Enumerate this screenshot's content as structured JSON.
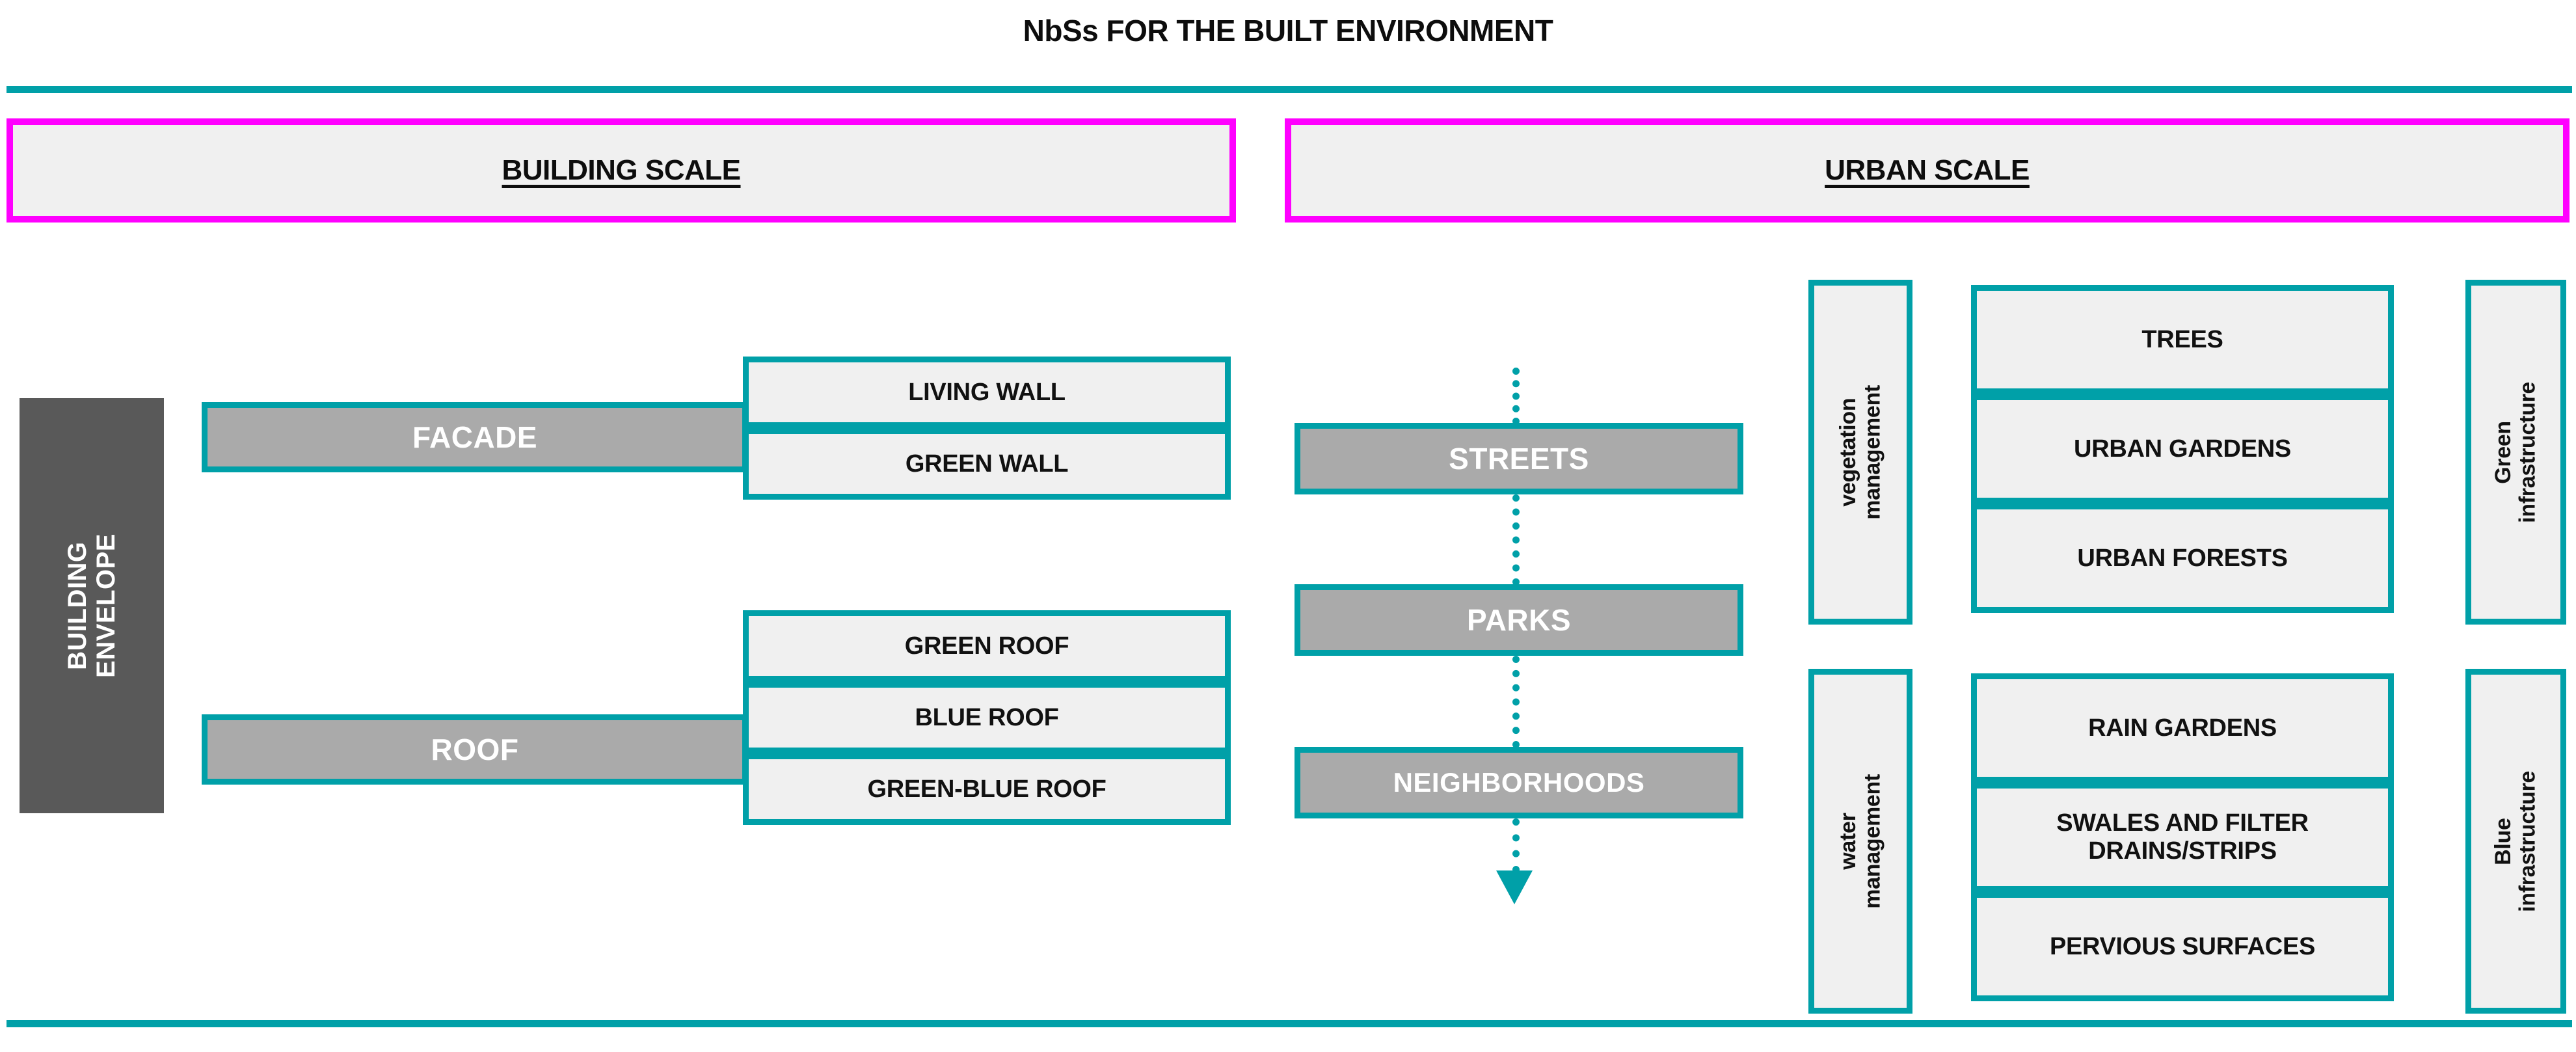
{
  "title": "NbSs FOR THE BUILT ENVIRONMENT",
  "colors": {
    "teal": "#00A0A8",
    "magenta": "#FF00FF",
    "dark_gray": "#595959",
    "mid_gray": "#AAAAAA",
    "light_gray": "#F0F0F0"
  },
  "scales": {
    "building": "BUILDING SCALE",
    "urban": "URBAN SCALE"
  },
  "building_scale": {
    "category_label": "BUILDING\nENVELOPE",
    "groups": [
      {
        "name": "FACADE",
        "items": [
          "LIVING WALL",
          "GREEN WALL"
        ]
      },
      {
        "name": "ROOF",
        "items": [
          "GREEN ROOF",
          "BLUE ROOF",
          "GREEN-BLUE ROOF"
        ]
      }
    ]
  },
  "urban_scale": {
    "chain": [
      "STREETS",
      "PARKS",
      "NEIGHBORHOODS"
    ],
    "chain_connector": "dotted-arrow-down",
    "strategies": [
      {
        "management": "vegetation\nmanagement",
        "items": [
          "TREES",
          "URBAN GARDENS",
          "URBAN FORESTS"
        ],
        "infrastructure": "Green\ninfrastructure"
      },
      {
        "management": "water\nmanagement",
        "items": [
          "RAIN GARDENS",
          "SWALES AND FILTER DRAINS/STRIPS",
          "PERVIOUS SURFACES"
        ],
        "infrastructure": "Blue\ninfrastructure"
      }
    ]
  }
}
